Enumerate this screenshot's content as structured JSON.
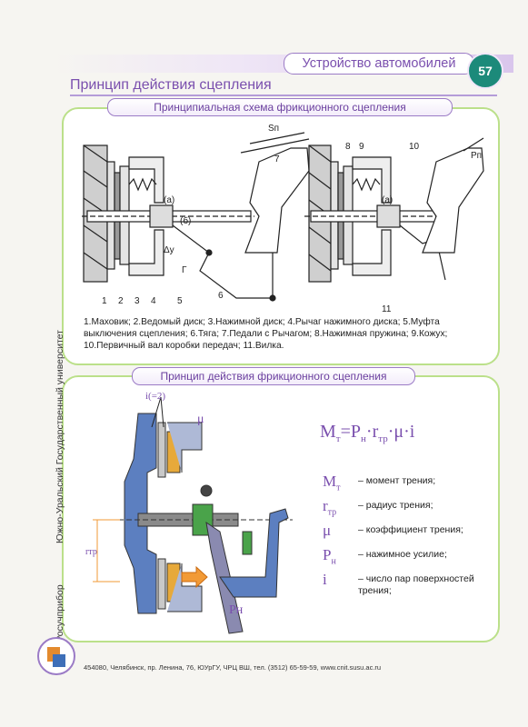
{
  "header": {
    "chapter_title": "Устройство автомобилей",
    "page_number": "57",
    "main_title": "Принцип действия сцепления"
  },
  "panel1": {
    "caption": "Принципиальная схема фрикционного сцепления",
    "legend": "1.Маховик; 2.Ведомый диск; 3.Нажимной диск; 4.Рычаг нажимного диска; 5.Муфта выключения сцепления; 6.Тяга; 7.Педали с Рычагом; 8.Нажимная пружина; 9.Кожух; 10.Первичный вал коробки передач; 11.Вилка.",
    "labels": {
      "n1": "1",
      "n2": "2",
      "n3": "3",
      "n4": "4",
      "n5": "5",
      "n6": "6",
      "n7": "7",
      "n8": "8",
      "n9": "9",
      "n10": "10",
      "n11": "11",
      "sn": "Sп",
      "pn": "Pп",
      "a": "(а)",
      "b": "(б)",
      "delta": "Δу",
      "gamma": "Г"
    }
  },
  "panel2": {
    "caption": "Принцип действия фрикционного сцепления",
    "i_label": "i(=2)",
    "mu_label": "μ",
    "rtr_label": "rтр",
    "pn_label": "Pн",
    "formula": {
      "m": "M",
      "m_sub": "т",
      "eq": "=",
      "p": "P",
      "p_sub": "н",
      "dot1": "·",
      "r": "r",
      "r_sub": "тр",
      "rest": "·μ·i"
    },
    "definitions": [
      {
        "sym": "M",
        "sub": "т",
        "text": "– момент трения;"
      },
      {
        "sym": "r",
        "sub": "тр",
        "text": "– радиус трения;"
      },
      {
        "sym": "μ",
        "sub": "",
        "text": "– коэффициент трения;"
      },
      {
        "sym": "P",
        "sub": "н",
        "text": "– нажимное усилие;"
      },
      {
        "sym": "i",
        "sub": "",
        "text": "– число пар поверхностей трения;"
      }
    ]
  },
  "side": {
    "org": "Южно-Уральский Государственный университет",
    "publisher": "РНПО Росучприбор"
  },
  "footer": {
    "address": "454080, Челябинск, пр. Ленина, 76, ЮУрГУ, ЧРЦ ВШ, тел. (3512) 65-59-59, www.cnit.susu.ac.ru"
  }
}
